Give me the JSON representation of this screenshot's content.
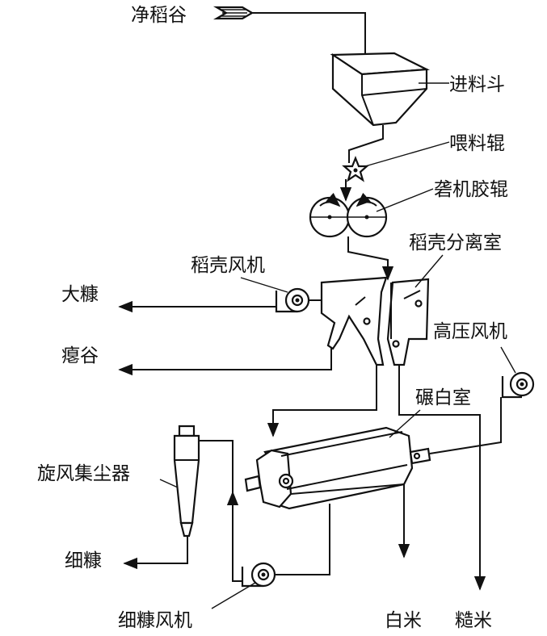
{
  "labels": {
    "clean_paddy": "净稻谷",
    "feed_hopper": "进料斗",
    "feed_roller": "喂料辊",
    "husker_rubber_roll": "砻机胶辊",
    "husk_separation_chamber": "稻壳分离室",
    "husk_fan": "稻壳风机",
    "coarse_bran": "大糠",
    "shriveled_grain": "瘪谷",
    "high_pressure_fan": "高压风机",
    "milling_chamber": "碾白室",
    "cyclone_dust_collector": "旋风集尘器",
    "fine_bran": "细糠",
    "fine_bran_fan": "细糠风机",
    "white_rice": "白米",
    "brown_rice": "糙米"
  },
  "colors": {
    "ink": "#111111",
    "paper": "#ffffff"
  }
}
